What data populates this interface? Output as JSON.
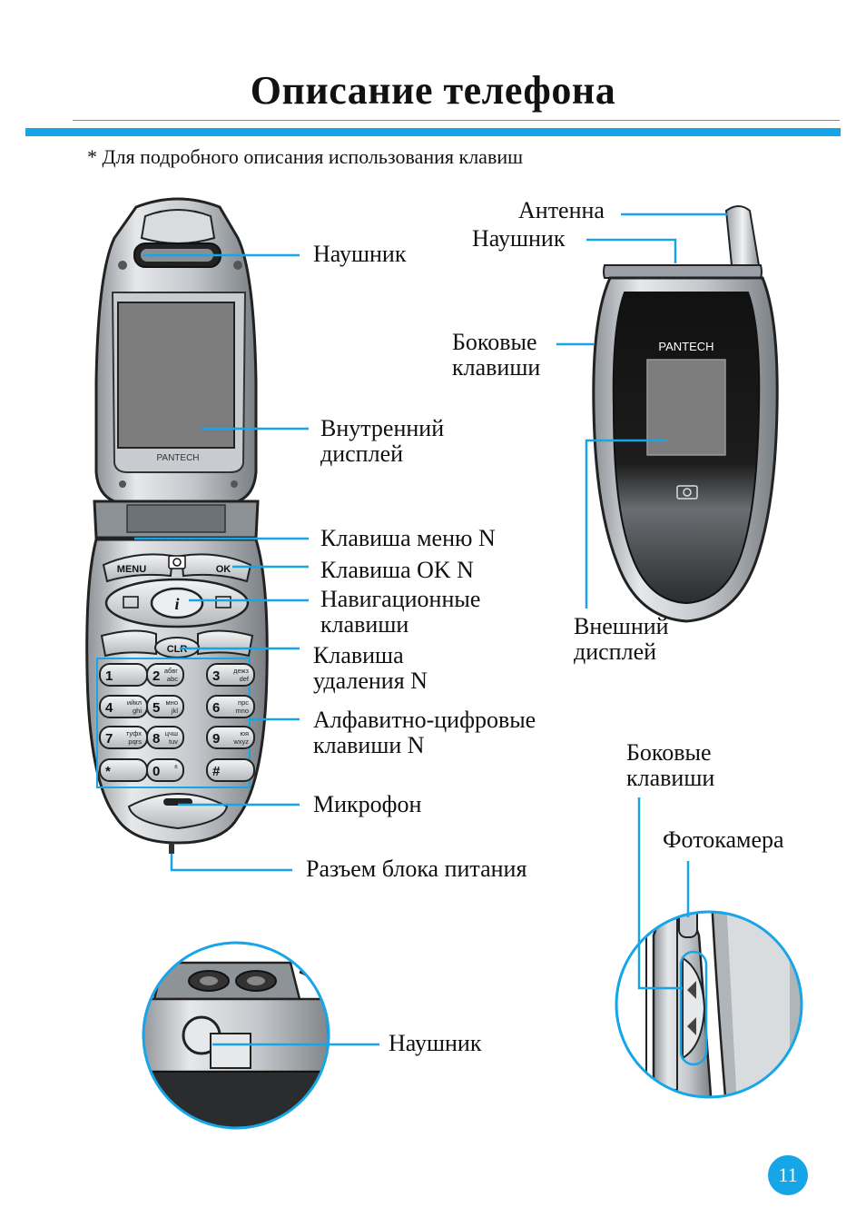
{
  "page": {
    "title": "Описание телефона",
    "note": "* Для подробного описания использования клавиш",
    "page_number": "11"
  },
  "colors": {
    "accent": "#16a6e8",
    "leader_line": "#16a6e8",
    "phone_silver": "#c4c8cc",
    "phone_dark": "#4b4f53",
    "screen_gray": "#7d7d7d"
  },
  "labels": {
    "earpiece_open": "Наушник",
    "inner_display": [
      "Внутренний",
      "дисплей"
    ],
    "menu_key": "Клавиша меню N",
    "ok_key": "Клавиша OK N",
    "nav_keys": [
      "Навигационные",
      "клавиши"
    ],
    "clear_key": [
      "Клавиша",
      "удаления N"
    ],
    "alnum_keys": [
      "Алфавитно-цифровые",
      "клавиши N"
    ],
    "microphone": "Микрофон",
    "power_connector": "Разъем блока питания",
    "antenna": "Антенна",
    "earpiece_closed": "Наушник",
    "side_keys_top": [
      "Боковые",
      "клавиши"
    ],
    "outer_display": [
      "Внешний",
      "дисплей"
    ],
    "side_keys_detail": [
      "Боковые",
      "клавиши"
    ],
    "camera": "Фотокамера",
    "headset_jack": "Наушник"
  },
  "phone_keys": {
    "menu": "MENU",
    "ok": "OK",
    "clear": "CLR",
    "brand": "PANTECH",
    "info": "i",
    "keypad": [
      {
        "digit": "1",
        "letters": ""
      },
      {
        "digit": "2",
        "letters": "абвг abc"
      },
      {
        "digit": "3",
        "letters": "дежз def"
      },
      {
        "digit": "4",
        "letters": "ийкл ghi"
      },
      {
        "digit": "5",
        "letters": "мно jkl"
      },
      {
        "digit": "6",
        "letters": "прс mno"
      },
      {
        "digit": "7",
        "letters": "туфх pqrs"
      },
      {
        "digit": "8",
        "letters": "цчш tuv"
      },
      {
        "digit": "9",
        "letters": "юя wxyz"
      },
      {
        "digit": "*",
        "letters": ""
      },
      {
        "digit": "0",
        "letters": "±"
      },
      {
        "digit": "#",
        "letters": ""
      }
    ]
  }
}
